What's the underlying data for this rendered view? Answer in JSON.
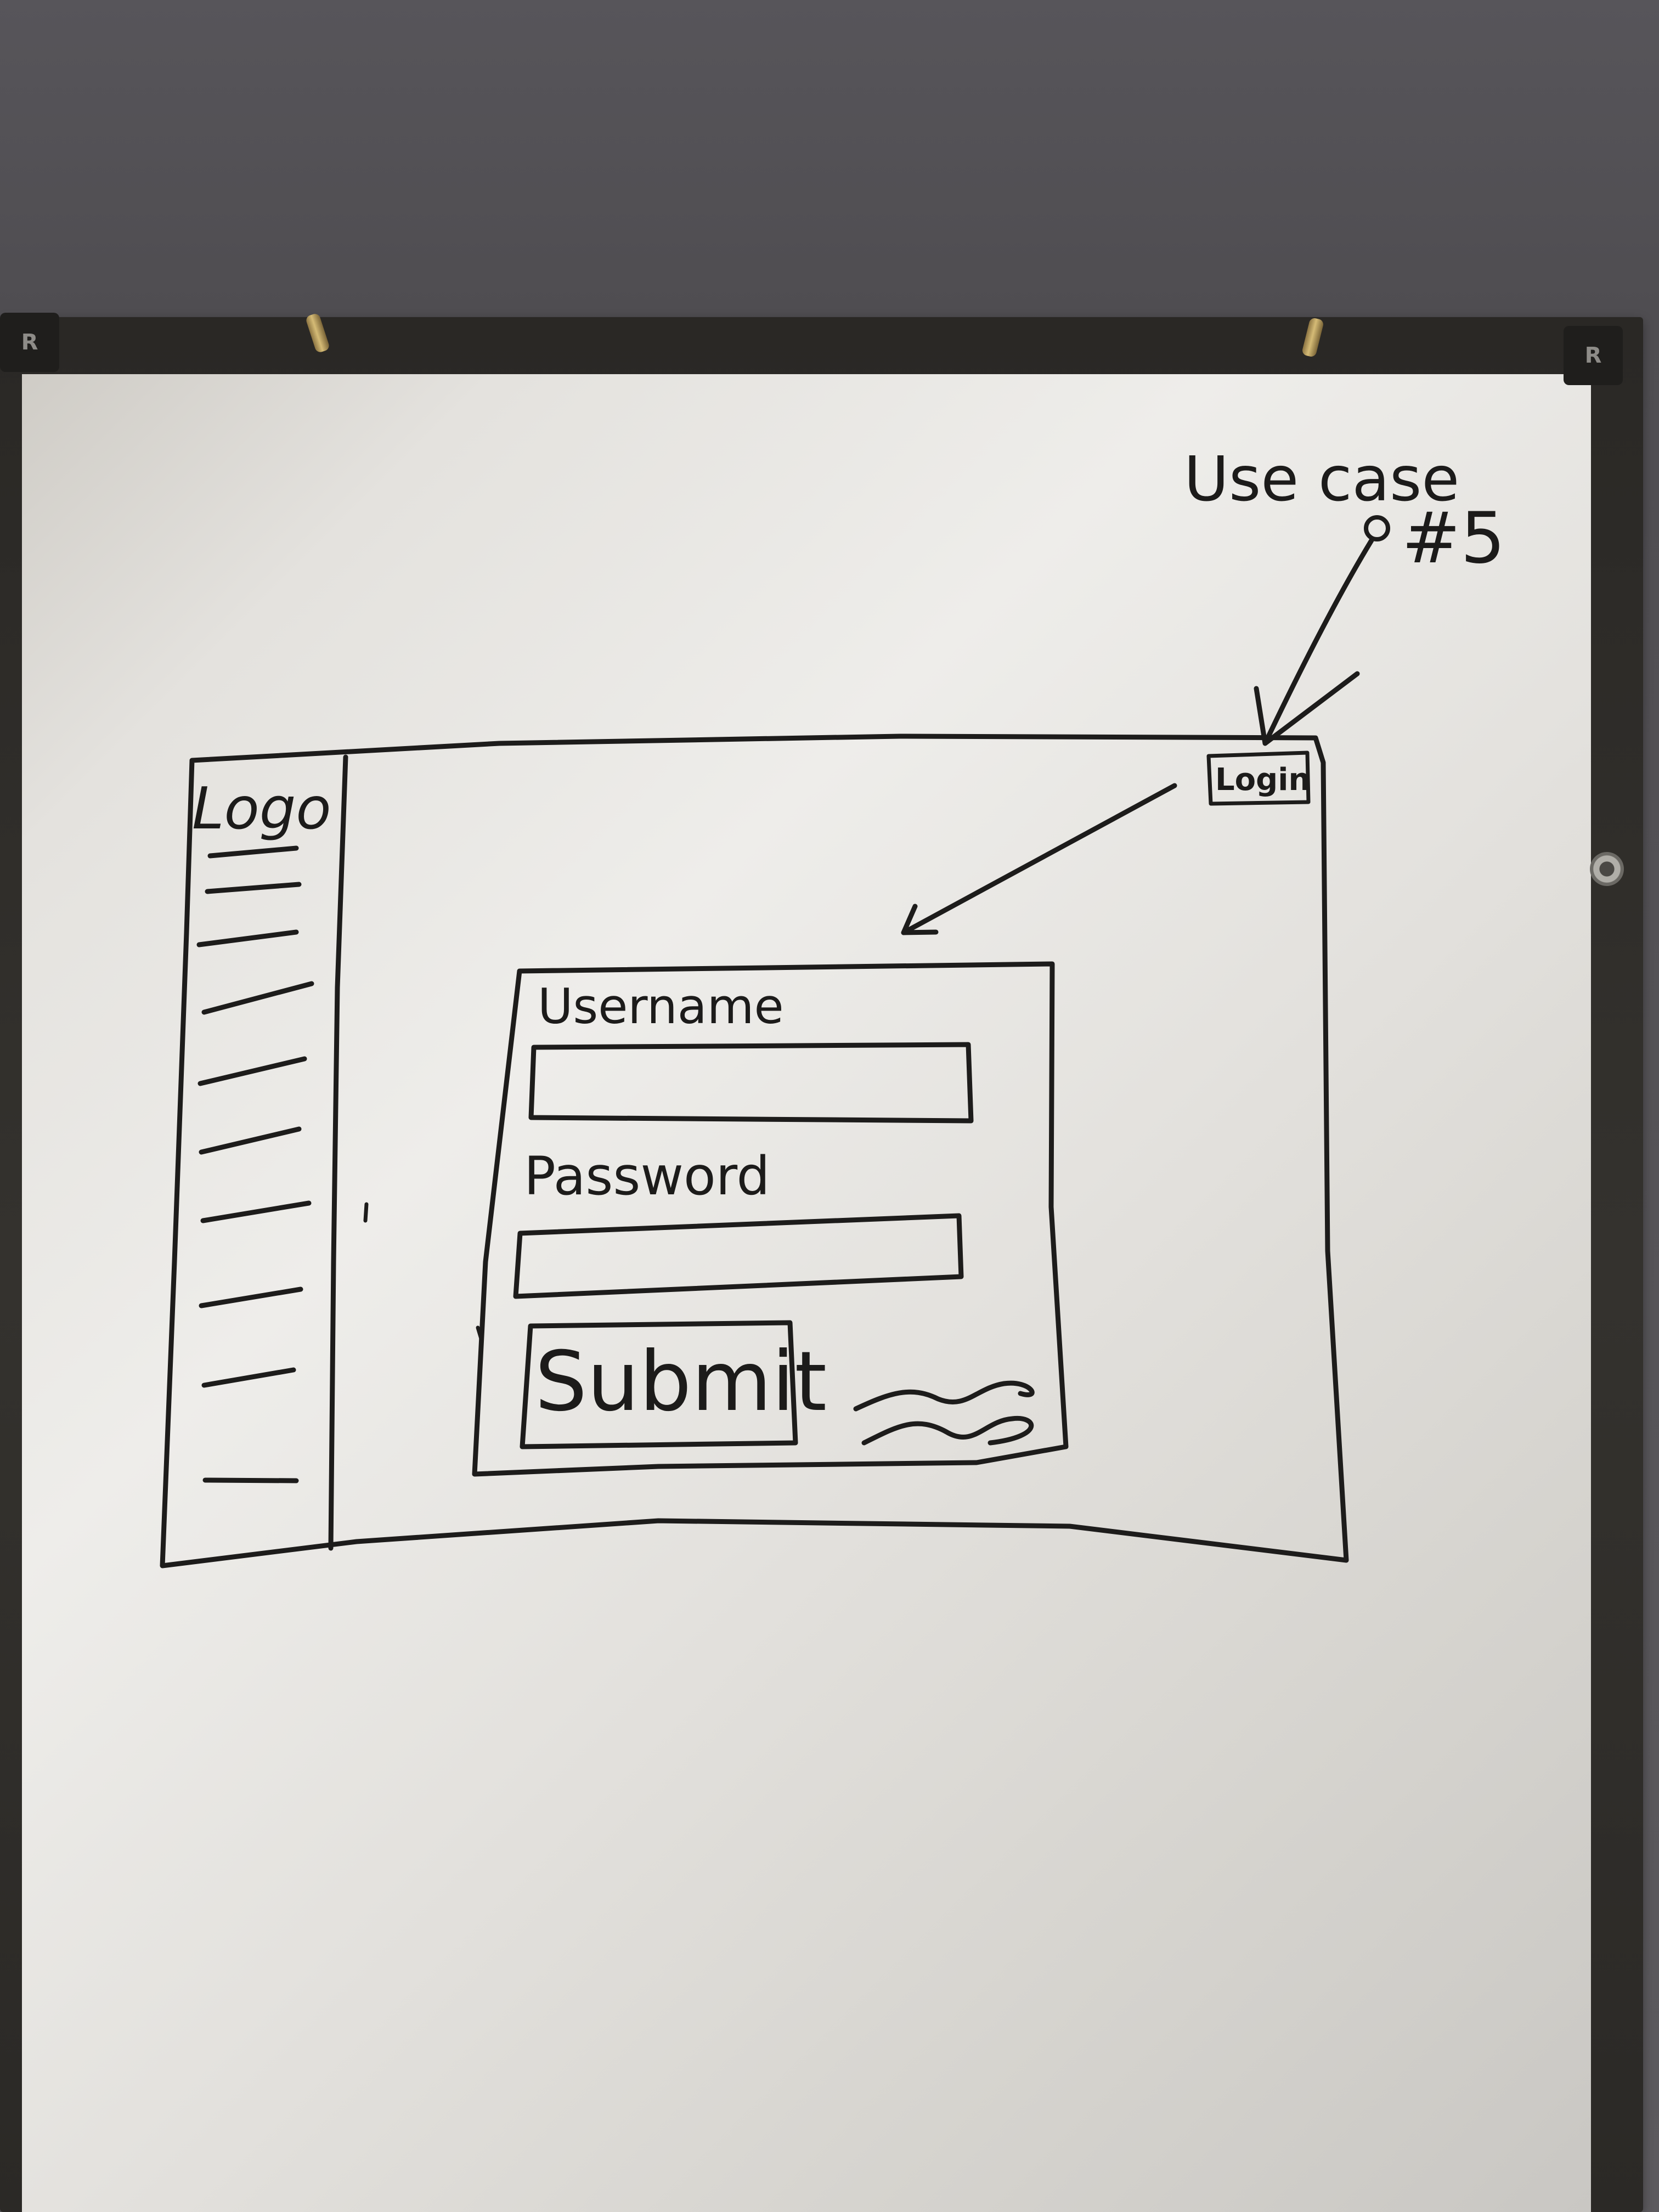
{
  "note": {
    "line1": "Use case",
    "line2": "#5"
  },
  "sketch": {
    "logo": "Logo",
    "login_button": "Login",
    "form": {
      "username_label": "Username",
      "password_label": "Password",
      "submit_button": "Submit"
    }
  }
}
